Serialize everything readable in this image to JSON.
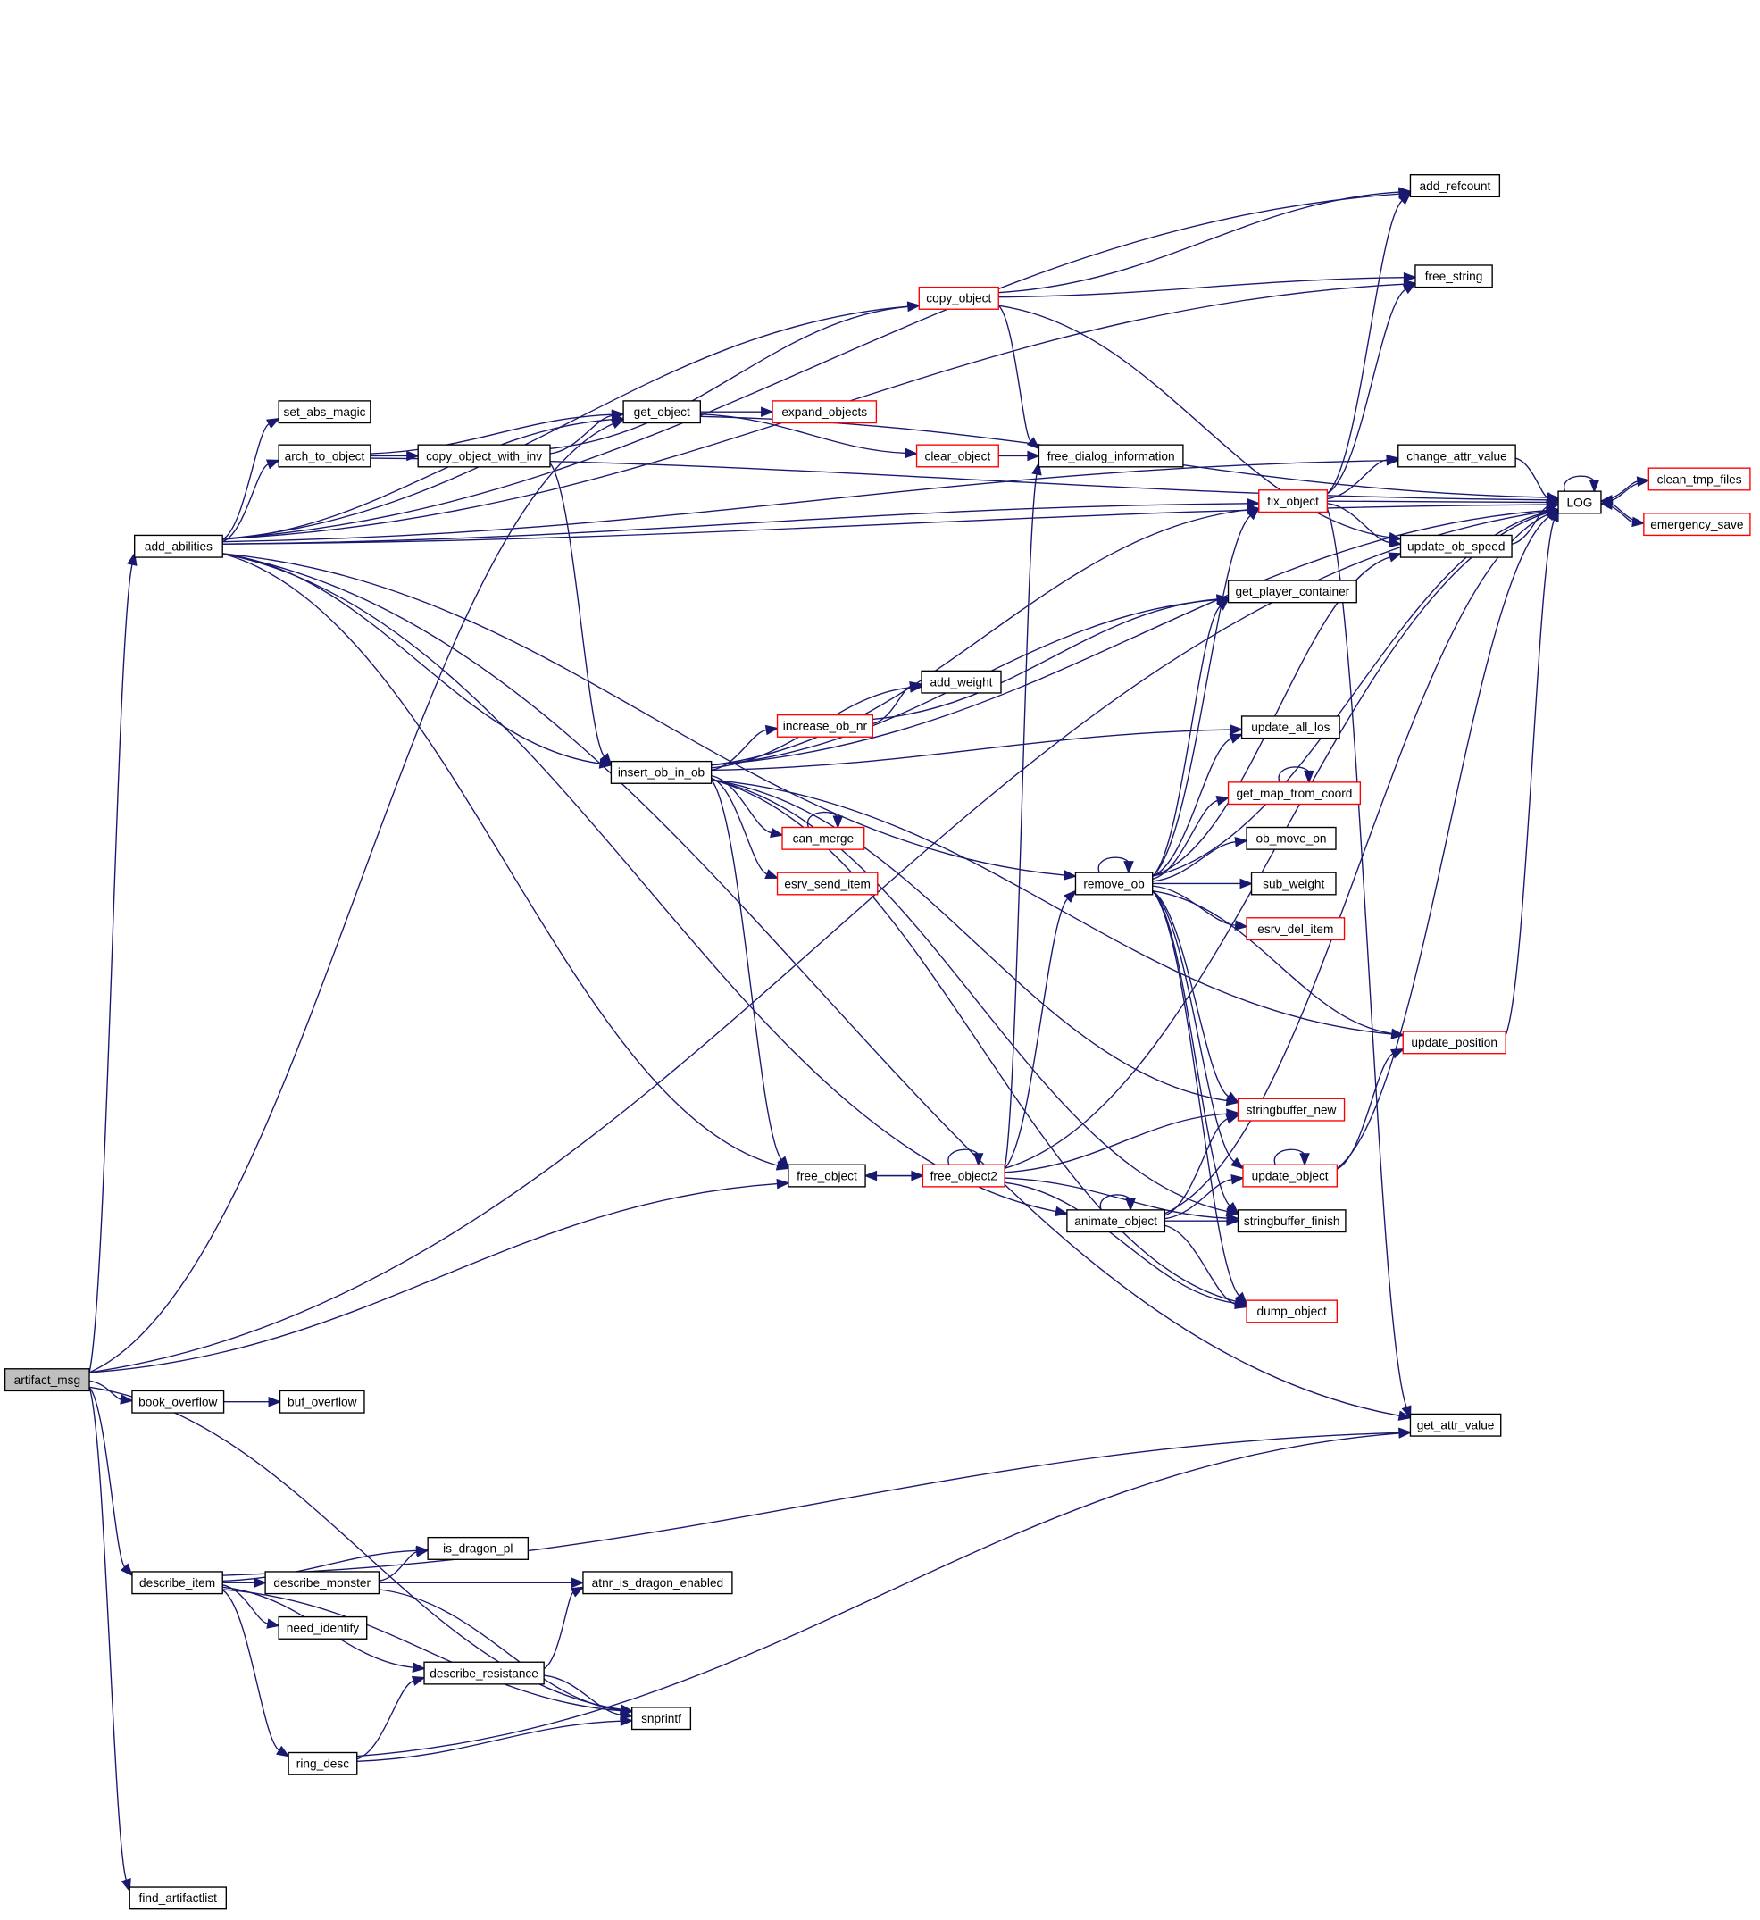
{
  "title": "artifact_msg call graph",
  "colors": {
    "edge": "#191970",
    "node_border": "#000000",
    "truncated_border": "#ff0000",
    "root_fill": "#bfbfbf",
    "node_fill": "#ffffff"
  },
  "nodes": [
    {
      "id": "artifact_msg",
      "label": "artifact_msg",
      "root": true
    },
    {
      "id": "book_overflow",
      "label": "book_overflow"
    },
    {
      "id": "buf_overflow",
      "label": "buf_overflow"
    },
    {
      "id": "add_abilities",
      "label": "add_abilities"
    },
    {
      "id": "set_abs_magic",
      "label": "set_abs_magic"
    },
    {
      "id": "arch_to_object",
      "label": "arch_to_object"
    },
    {
      "id": "copy_object_with_inv",
      "label": "copy_object_with_inv"
    },
    {
      "id": "get_object",
      "label": "get_object"
    },
    {
      "id": "expand_objects",
      "label": "expand_objects",
      "truncated": true
    },
    {
      "id": "copy_object",
      "label": "copy_object",
      "truncated": true
    },
    {
      "id": "clear_object",
      "label": "clear_object",
      "truncated": true
    },
    {
      "id": "free_dialog_information",
      "label": "free_dialog_information"
    },
    {
      "id": "add_refcount",
      "label": "add_refcount"
    },
    {
      "id": "free_string",
      "label": "free_string"
    },
    {
      "id": "LOG",
      "label": "LOG"
    },
    {
      "id": "clean_tmp_files",
      "label": "clean_tmp_files",
      "truncated": true
    },
    {
      "id": "emergency_save",
      "label": "emergency_save",
      "truncated": true
    },
    {
      "id": "change_attr_value",
      "label": "change_attr_value"
    },
    {
      "id": "fix_object",
      "label": "fix_object",
      "truncated": true
    },
    {
      "id": "update_ob_speed",
      "label": "update_ob_speed"
    },
    {
      "id": "get_player_container",
      "label": "get_player_container"
    },
    {
      "id": "add_weight",
      "label": "add_weight"
    },
    {
      "id": "increase_ob_nr",
      "label": "increase_ob_nr",
      "truncated": true
    },
    {
      "id": "insert_ob_in_ob",
      "label": "insert_ob_in_ob"
    },
    {
      "id": "update_all_los",
      "label": "update_all_los"
    },
    {
      "id": "get_map_from_coord",
      "label": "get_map_from_coord",
      "truncated": true
    },
    {
      "id": "ob_move_on",
      "label": "ob_move_on"
    },
    {
      "id": "can_merge",
      "label": "can_merge",
      "truncated": true
    },
    {
      "id": "esrv_send_item",
      "label": "esrv_send_item",
      "truncated": true
    },
    {
      "id": "remove_ob",
      "label": "remove_ob"
    },
    {
      "id": "sub_weight",
      "label": "sub_weight"
    },
    {
      "id": "esrv_del_item",
      "label": "esrv_del_item",
      "truncated": true
    },
    {
      "id": "update_position",
      "label": "update_position",
      "truncated": true
    },
    {
      "id": "stringbuffer_new",
      "label": "stringbuffer_new",
      "truncated": true
    },
    {
      "id": "free_object",
      "label": "free_object"
    },
    {
      "id": "free_object2",
      "label": "free_object2",
      "truncated": true
    },
    {
      "id": "update_object",
      "label": "update_object",
      "truncated": true
    },
    {
      "id": "animate_object",
      "label": "animate_object"
    },
    {
      "id": "stringbuffer_finish",
      "label": "stringbuffer_finish"
    },
    {
      "id": "dump_object",
      "label": "dump_object",
      "truncated": true
    },
    {
      "id": "get_attr_value",
      "label": "get_attr_value"
    },
    {
      "id": "describe_item",
      "label": "describe_item"
    },
    {
      "id": "describe_monster",
      "label": "describe_monster"
    },
    {
      "id": "is_dragon_pl",
      "label": "is_dragon_pl"
    },
    {
      "id": "atnr_is_dragon_enabled",
      "label": "atnr_is_dragon_enabled"
    },
    {
      "id": "need_identify",
      "label": "need_identify"
    },
    {
      "id": "describe_resistance",
      "label": "describe_resistance"
    },
    {
      "id": "snprintf",
      "label": "snprintf"
    },
    {
      "id": "ring_desc",
      "label": "ring_desc"
    },
    {
      "id": "find_artifactlist",
      "label": "find_artifactlist"
    }
  ],
  "edges": [
    [
      "artifact_msg",
      "add_abilities"
    ],
    [
      "artifact_msg",
      "LOG"
    ],
    [
      "artifact_msg",
      "get_object"
    ],
    [
      "artifact_msg",
      "free_object"
    ],
    [
      "artifact_msg",
      "book_overflow"
    ],
    [
      "artifact_msg",
      "describe_item"
    ],
    [
      "artifact_msg",
      "snprintf"
    ],
    [
      "artifact_msg",
      "find_artifactlist"
    ],
    [
      "book_overflow",
      "buf_overflow"
    ],
    [
      "add_abilities",
      "add_refcount"
    ],
    [
      "add_abilities",
      "free_string"
    ],
    [
      "add_abilities",
      "copy_object"
    ],
    [
      "add_abilities",
      "set_abs_magic"
    ],
    [
      "add_abilities",
      "arch_to_object"
    ],
    [
      "add_abilities",
      "get_object"
    ],
    [
      "add_abilities",
      "LOG"
    ],
    [
      "add_abilities",
      "insert_ob_in_ob"
    ],
    [
      "add_abilities",
      "change_attr_value"
    ],
    [
      "add_abilities",
      "remove_ob"
    ],
    [
      "add_abilities",
      "free_object"
    ],
    [
      "add_abilities",
      "animate_object"
    ],
    [
      "add_abilities",
      "get_attr_value"
    ],
    [
      "add_abilities",
      "fix_object"
    ],
    [
      "arch_to_object",
      "get_object"
    ],
    [
      "arch_to_object",
      "copy_object_with_inv"
    ],
    [
      "arch_to_object",
      "LOG"
    ],
    [
      "copy_object_with_inv",
      "get_object"
    ],
    [
      "copy_object_with_inv",
      "copy_object"
    ],
    [
      "copy_object_with_inv",
      "insert_ob_in_ob"
    ],
    [
      "get_object",
      "expand_objects"
    ],
    [
      "get_object",
      "clear_object"
    ],
    [
      "get_object",
      "LOG"
    ],
    [
      "clear_object",
      "free_dialog_information"
    ],
    [
      "copy_object",
      "add_refcount"
    ],
    [
      "copy_object",
      "free_string"
    ],
    [
      "copy_object",
      "free_dialog_information"
    ],
    [
      "copy_object",
      "update_ob_speed"
    ],
    [
      "fix_object",
      "add_refcount"
    ],
    [
      "fix_object",
      "free_string"
    ],
    [
      "fix_object",
      "change_attr_value"
    ],
    [
      "fix_object",
      "LOG"
    ],
    [
      "fix_object",
      "update_ob_speed"
    ],
    [
      "fix_object",
      "get_attr_value"
    ],
    [
      "change_attr_value",
      "LOG"
    ],
    [
      "update_ob_speed",
      "LOG"
    ],
    [
      "LOG",
      "LOG"
    ],
    [
      "LOG",
      "clean_tmp_files"
    ],
    [
      "LOG",
      "emergency_save"
    ],
    [
      "clean_tmp_files",
      "LOG"
    ],
    [
      "emergency_save",
      "LOG"
    ],
    [
      "insert_ob_in_ob",
      "fix_object"
    ],
    [
      "insert_ob_in_ob",
      "get_player_container"
    ],
    [
      "insert_ob_in_ob",
      "add_weight"
    ],
    [
      "insert_ob_in_ob",
      "increase_ob_nr"
    ],
    [
      "insert_ob_in_ob",
      "update_all_los"
    ],
    [
      "insert_ob_in_ob",
      "can_merge"
    ],
    [
      "insert_ob_in_ob",
      "esrv_send_item"
    ],
    [
      "insert_ob_in_ob",
      "free_object"
    ],
    [
      "insert_ob_in_ob",
      "stringbuffer_new"
    ],
    [
      "insert_ob_in_ob",
      "stringbuffer_finish"
    ],
    [
      "insert_ob_in_ob",
      "dump_object"
    ],
    [
      "insert_ob_in_ob",
      "update_position"
    ],
    [
      "insert_ob_in_ob",
      "LOG"
    ],
    [
      "increase_ob_nr",
      "add_weight"
    ],
    [
      "increase_ob_nr",
      "get_player_container"
    ],
    [
      "can_merge",
      "can_merge"
    ],
    [
      "remove_ob",
      "remove_ob"
    ],
    [
      "remove_ob",
      "fix_object"
    ],
    [
      "remove_ob",
      "get_player_container"
    ],
    [
      "remove_ob",
      "update_ob_speed"
    ],
    [
      "remove_ob",
      "update_all_los"
    ],
    [
      "remove_ob",
      "get_map_from_coord"
    ],
    [
      "remove_ob",
      "ob_move_on"
    ],
    [
      "remove_ob",
      "sub_weight"
    ],
    [
      "remove_ob",
      "esrv_del_item"
    ],
    [
      "remove_ob",
      "LOG"
    ],
    [
      "remove_ob",
      "update_position"
    ],
    [
      "remove_ob",
      "stringbuffer_new"
    ],
    [
      "remove_ob",
      "update_object"
    ],
    [
      "remove_ob",
      "stringbuffer_finish"
    ],
    [
      "remove_ob",
      "dump_object"
    ],
    [
      "get_map_from_coord",
      "get_map_from_coord"
    ],
    [
      "update_position",
      "LOG"
    ],
    [
      "update_object",
      "update_object"
    ],
    [
      "update_object",
      "update_position"
    ],
    [
      "update_object",
      "LOG"
    ],
    [
      "free_object",
      "free_object2"
    ],
    [
      "free_object2",
      "free_object"
    ],
    [
      "free_object2",
      "free_object2"
    ],
    [
      "free_object2",
      "free_dialog_information"
    ],
    [
      "free_object2",
      "remove_ob"
    ],
    [
      "free_object2",
      "stringbuffer_new"
    ],
    [
      "free_object2",
      "stringbuffer_finish"
    ],
    [
      "free_object2",
      "dump_object"
    ],
    [
      "free_object2",
      "LOG"
    ],
    [
      "animate_object",
      "animate_object"
    ],
    [
      "animate_object",
      "update_object"
    ],
    [
      "animate_object",
      "stringbuffer_finish"
    ],
    [
      "animate_object",
      "stringbuffer_new"
    ],
    [
      "animate_object",
      "dump_object"
    ],
    [
      "animate_object",
      "LOG"
    ],
    [
      "describe_item",
      "get_attr_value"
    ],
    [
      "describe_item",
      "atnr_is_dragon_enabled"
    ],
    [
      "describe_item",
      "is_dragon_pl"
    ],
    [
      "describe_item",
      "describe_monster"
    ],
    [
      "describe_item",
      "need_identify"
    ],
    [
      "describe_item",
      "describe_resistance"
    ],
    [
      "describe_item",
      "snprintf"
    ],
    [
      "describe_item",
      "ring_desc"
    ],
    [
      "describe_monster",
      "is_dragon_pl"
    ],
    [
      "describe_monster",
      "snprintf"
    ],
    [
      "describe_resistance",
      "atnr_is_dragon_enabled"
    ],
    [
      "describe_resistance",
      "snprintf"
    ],
    [
      "ring_desc",
      "describe_resistance"
    ],
    [
      "ring_desc",
      "snprintf"
    ],
    [
      "ring_desc",
      "get_attr_value"
    ]
  ]
}
